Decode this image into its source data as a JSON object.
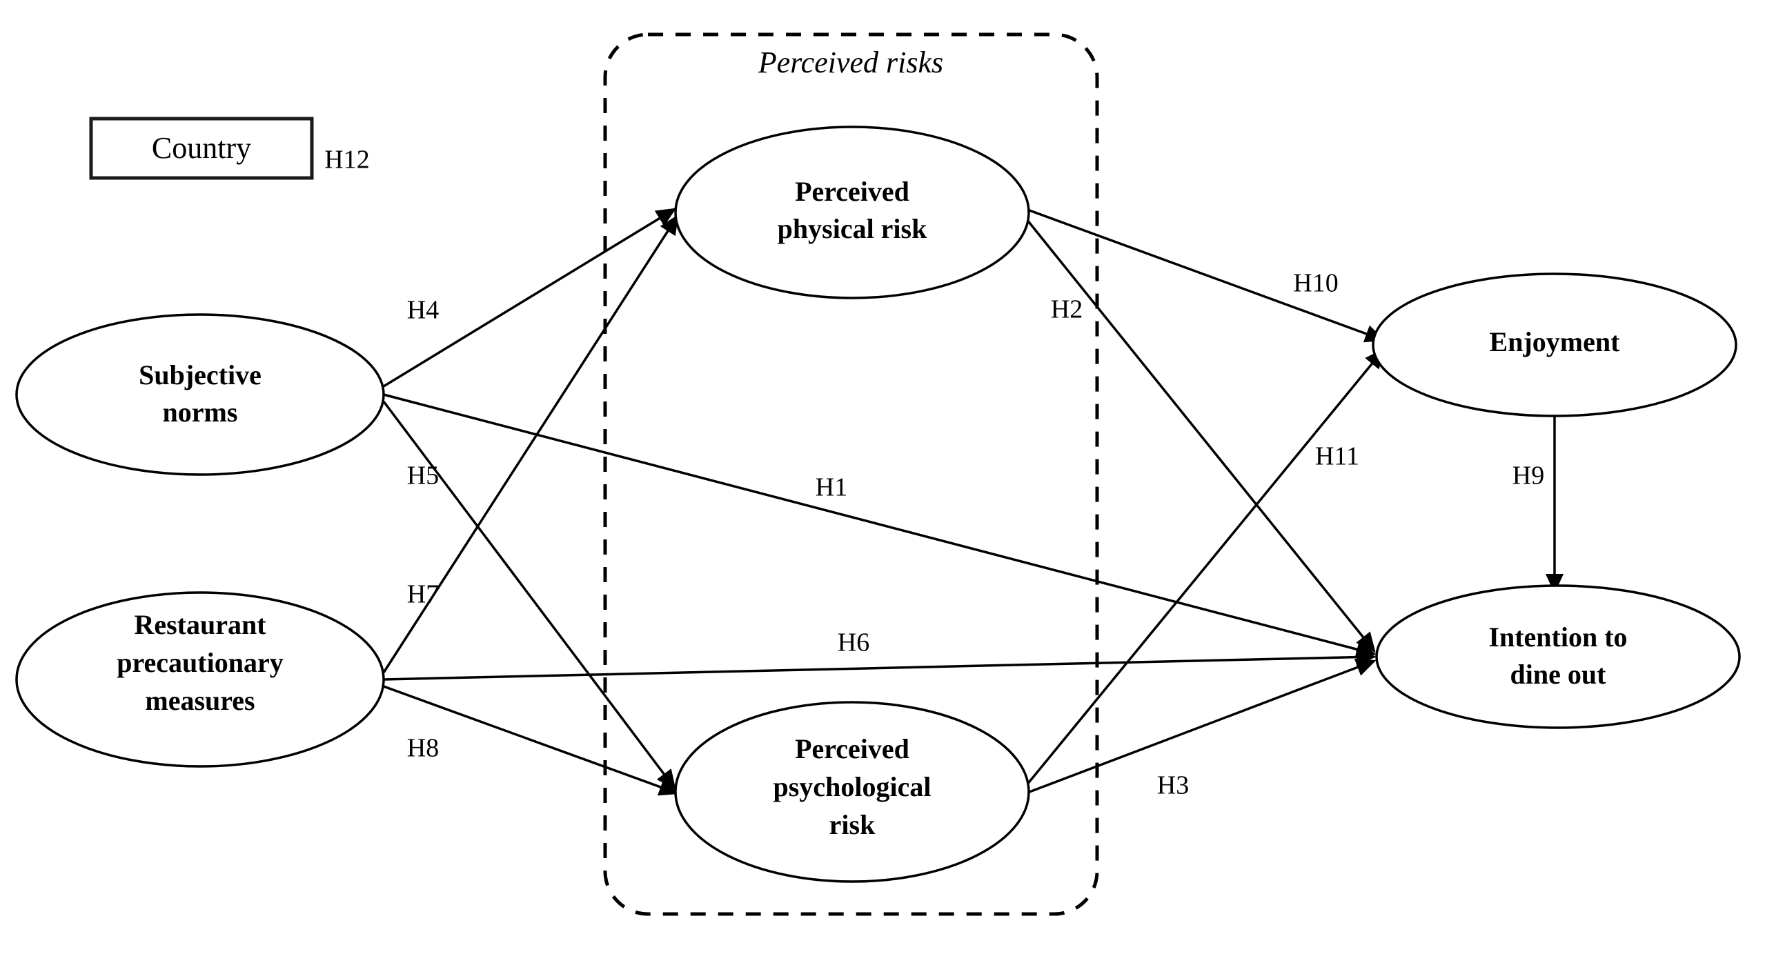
{
  "diagram": {
    "title_group": "Perceived risks",
    "boxes": [
      {
        "id": "country",
        "label": "Country"
      }
    ],
    "nodes": [
      {
        "id": "subjective-norms",
        "label_lines": [
          "Subjective",
          "norms"
        ]
      },
      {
        "id": "restaurant-precautionary-measures",
        "label_lines": [
          "Restaurant",
          "precautionary",
          "measures"
        ]
      },
      {
        "id": "perceived-physical-risk",
        "label_lines": [
          "Perceived",
          "physical risk"
        ]
      },
      {
        "id": "perceived-psychological-risk",
        "label_lines": [
          "Perceived",
          "psychological",
          "risk"
        ]
      },
      {
        "id": "enjoyment",
        "label_lines": [
          "Enjoyment"
        ]
      },
      {
        "id": "intention-to-dine-out",
        "label_lines": [
          "Intention to",
          "dine out"
        ]
      }
    ],
    "hypotheses": [
      {
        "id": "H1",
        "label": "H1",
        "from": "subjective-norms",
        "to": "intention-to-dine-out"
      },
      {
        "id": "H2",
        "label": "H2",
        "from": "perceived-physical-risk",
        "to": "intention-to-dine-out"
      },
      {
        "id": "H3",
        "label": "H3",
        "from": "perceived-psychological-risk",
        "to": "intention-to-dine-out"
      },
      {
        "id": "H4",
        "label": "H4",
        "from": "subjective-norms",
        "to": "perceived-physical-risk"
      },
      {
        "id": "H5",
        "label": "H5",
        "from": "subjective-norms",
        "to": "perceived-psychological-risk"
      },
      {
        "id": "H6",
        "label": "H6",
        "from": "restaurant-precautionary-measures",
        "to": "intention-to-dine-out"
      },
      {
        "id": "H7",
        "label": "H7",
        "from": "restaurant-precautionary-measures",
        "to": "perceived-physical-risk"
      },
      {
        "id": "H8",
        "label": "H8",
        "from": "restaurant-precautionary-measures",
        "to": "perceived-psychological-risk"
      },
      {
        "id": "H9",
        "label": "H9",
        "from": "enjoyment",
        "to": "intention-to-dine-out"
      },
      {
        "id": "H10",
        "label": "H10",
        "from": "perceived-physical-risk",
        "to": "enjoyment"
      },
      {
        "id": "H11",
        "label": "H11",
        "from": "perceived-psychological-risk",
        "to": "enjoyment"
      },
      {
        "id": "H12",
        "label": "H12",
        "from": "country",
        "to": "model"
      }
    ],
    "colors": {
      "stroke": "#000000",
      "fill": "#ffffff",
      "background": "#ffffff"
    }
  }
}
